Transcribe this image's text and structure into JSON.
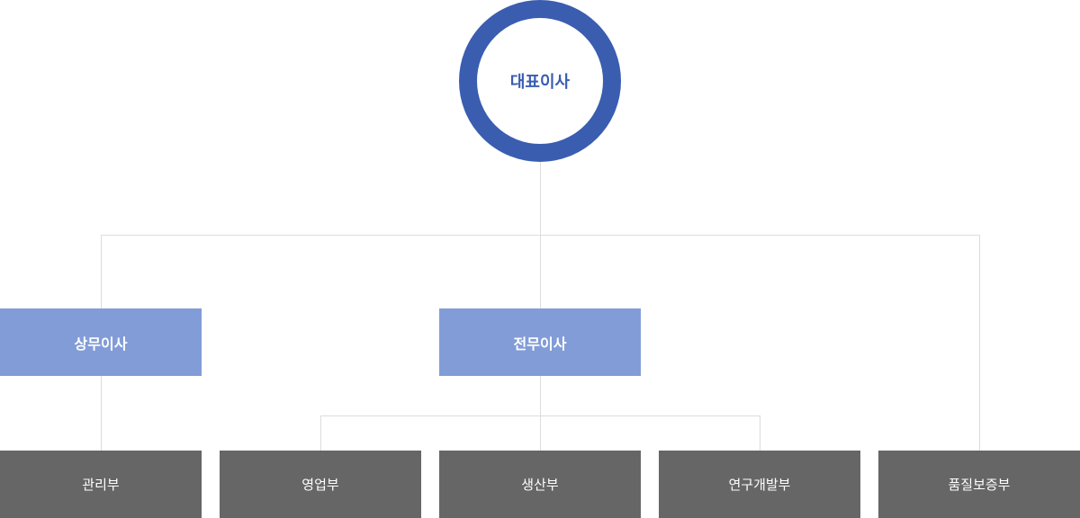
{
  "colors": {
    "ceo_ring": "#3a5db0",
    "executive_box": "#829cd8",
    "department_box": "#666666",
    "connector": "#dcdcdc"
  },
  "ceo": {
    "label": "대표이사"
  },
  "executives": [
    {
      "label": "상무이사"
    },
    {
      "label": "전무이사"
    }
  ],
  "departments": [
    {
      "label": "관리부"
    },
    {
      "label": "영업부"
    },
    {
      "label": "생산부"
    },
    {
      "label": "연구개발부"
    },
    {
      "label": "품질보증부"
    }
  ]
}
